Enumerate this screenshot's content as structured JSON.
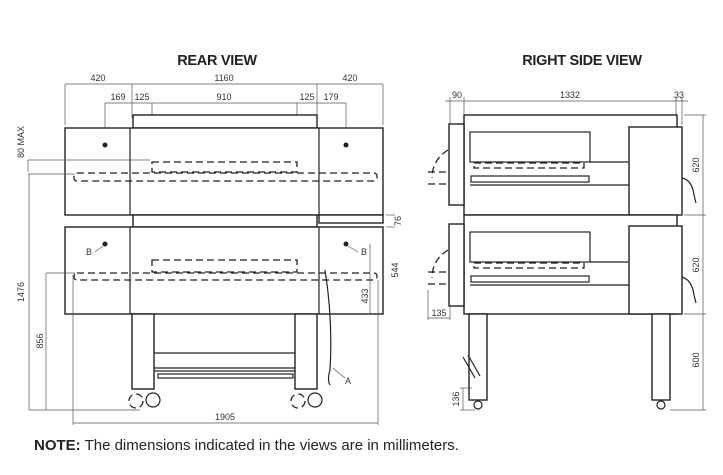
{
  "rear_view": {
    "title": "REAR VIEW",
    "dims_top": [
      "420",
      "1160",
      "420"
    ],
    "dims_second": [
      "169",
      "125",
      "910",
      "125",
      "179"
    ],
    "dim_80max": "80 MAX",
    "dim_1476": "1476",
    "dim_856": "856",
    "dim_76": "76",
    "dim_544": "544",
    "dim_433": "433",
    "dim_1905": "1905",
    "label_b": "B",
    "label_a": "A"
  },
  "side_view": {
    "title": "RIGHT SIDE VIEW",
    "dim_90": "90",
    "dim_1332": "1332",
    "dim_33": "33",
    "dim_620_top": "620",
    "dim_620_bottom": "620",
    "dim_600": "600",
    "dim_135": "135",
    "dim_136": "136"
  },
  "note": {
    "label": "NOTE:",
    "text": " The dimensions indicated in the views are in millimeters."
  }
}
